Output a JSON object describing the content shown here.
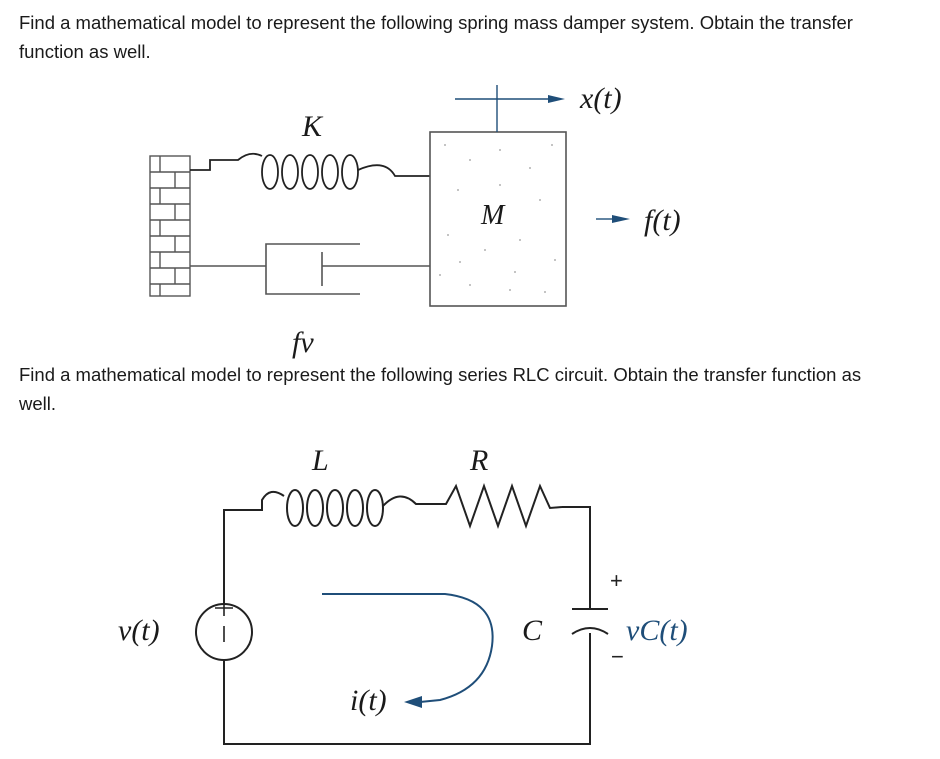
{
  "question1": {
    "text": "Find a mathematical model to represent the following spring mass damper system. Obtain the transfer function as well."
  },
  "mechanical_figure": {
    "spring_label": "K",
    "mass_label": "M",
    "displacement_label": "x(t)",
    "force_label": "f(t)",
    "damper_label": "fv"
  },
  "question2": {
    "text": "Find a mathematical model to represent the following series RLC circuit. Obtain the transfer function as well."
  },
  "circuit_figure": {
    "inductor_label": "L",
    "resistor_label": "R",
    "source_label": "v(t)",
    "capacitor_label": "C",
    "capacitor_voltage_label": "vC(t)",
    "current_label": "i(t)",
    "plus_sign": "+",
    "minus_sign": "−"
  }
}
